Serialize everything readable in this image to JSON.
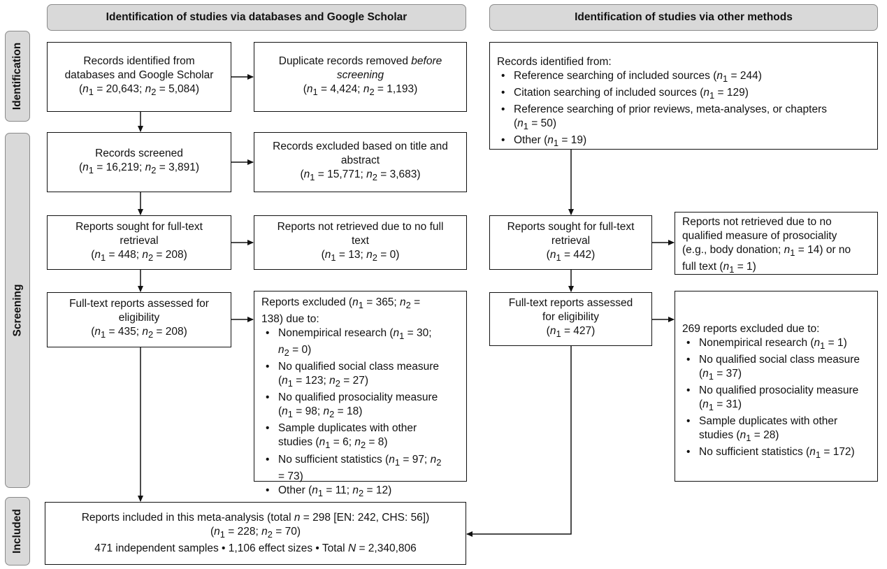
{
  "headers": {
    "left": "Identification of studies via databases and Google Scholar",
    "right": "Identification of studies via other methods"
  },
  "sides": {
    "identification": "Identification",
    "screening": "Screening",
    "included": "Included"
  },
  "left": {
    "records_identified": [
      "Records identified from",
      "databases and Google Scholar",
      "(n1 = 20,643; n2 = 5,084)"
    ],
    "duplicates_removed": [
      "Duplicate records removed before",
      "screening",
      "(n1 = 4,424; n2 = 1,193)"
    ],
    "records_screened": [
      "Records screened",
      "(n1 = 16,219; n2 = 3,891)"
    ],
    "records_excluded": [
      "Records excluded based on title and",
      "abstract",
      "(n1 = 15,771; n2 = 3,683)"
    ],
    "reports_sought": [
      "Reports sought for full-text",
      "retrieval",
      "(n1 = 448; n2 = 208)"
    ],
    "not_retrieved": [
      "Reports not retrieved due to no full",
      "text",
      "(n1 = 13; n2 = 0)"
    ],
    "assessed": [
      "Full-text reports assessed for",
      "eligibility",
      "(n1 = 435; n2 = 208)"
    ],
    "excluded_intro": [
      "Reports excluded (n1 = 365; n2 =",
      "138) due to:"
    ],
    "excluded_items": [
      [
        "Nonempirical research (n1 = 30;",
        "n2 = 0)"
      ],
      [
        "No qualified social class measure",
        "(n1 = 123; n2 = 27)"
      ],
      [
        "No qualified prosociality measure",
        "(n1 = 98; n2 = 18)"
      ],
      [
        "Sample duplicates with other",
        "studies (n1 = 6; n2 = 8)"
      ],
      [
        "No sufficient statistics (n1 = 97; n2",
        "= 73)"
      ],
      [
        "Other (n1 = 11; n2 = 12)"
      ]
    ]
  },
  "right": {
    "records_identified_intro": "Records identified from:",
    "records_identified_items": [
      [
        "Reference searching of included sources (n1 = 244)"
      ],
      [
        "Citation searching of included sources (n1 = 129)"
      ],
      [
        "Reference searching of prior reviews, meta-analyses, or chapters",
        "(n1 = 50)"
      ],
      [
        "Other (n1 = 19)"
      ]
    ],
    "reports_sought": [
      "Reports sought for full-text",
      "retrieval",
      "(n1 = 442)"
    ],
    "not_retrieved": [
      "Reports not retrieved due to no",
      "qualified measure of prosociality",
      "(e.g., body donation; n1 = 14) or no",
      "full text (n1 = 1)"
    ],
    "assessed": [
      "Full-text reports assessed",
      "for eligibility",
      "(n1 = 427)"
    ],
    "excluded_intro": "269 reports excluded due to:",
    "excluded_items": [
      [
        "Nonempirical research (n1 = 1)"
      ],
      [
        "No qualified social class measure",
        "(n1 = 37)"
      ],
      [
        "No qualified prosociality measure",
        "(n1 = 31)"
      ],
      [
        "Sample duplicates with other",
        "studies (n1 = 28)"
      ],
      [
        "No sufficient statistics (n1 = 172)"
      ]
    ]
  },
  "included": [
    "Reports included in this meta-analysis (total n = 298 [EN: 242, CHS: 56])",
    "(n1 = 228; n2 = 70)",
    "471 independent samples • 1,106 effect sizes • Total N = 2,340,806"
  ]
}
